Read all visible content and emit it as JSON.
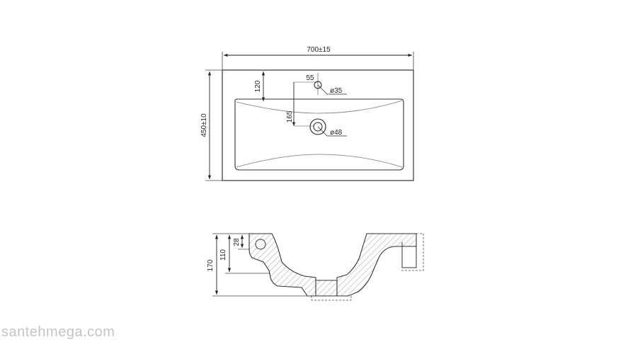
{
  "top_view": {
    "width_dim": "700±15",
    "depth_dim": "450±10",
    "faucet_offset_dim": "120",
    "faucet_side_dim": "55",
    "faucet_hole_dim": "ø35",
    "drain_offset_dim": "165",
    "drain_hole_dim": "ø48"
  },
  "section_view": {
    "height_total_dim": "170",
    "height_mid_dim": "110",
    "height_rim_dim": "28"
  },
  "watermark": "santehmega.com"
}
